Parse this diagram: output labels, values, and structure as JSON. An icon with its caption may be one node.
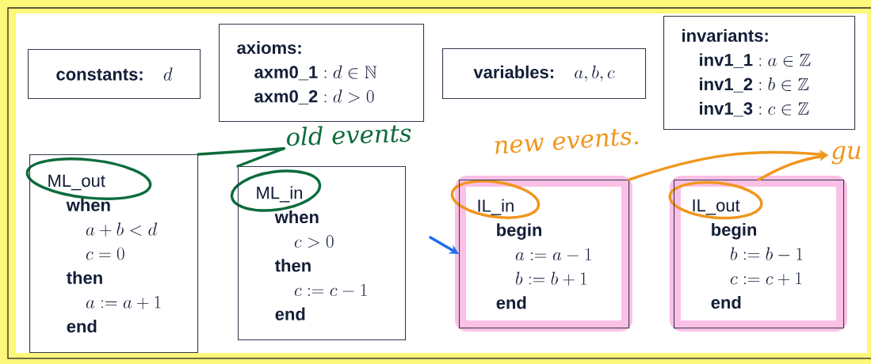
{
  "diagram": {
    "nodes": [
      {
        "text": [
          "constants:",
          "d"
        ]
      },
      {
        "text": [
          "axioms:",
          "\\textbf{axm0\\_1} : d \\in \\mathbb{N}",
          "\\textbf{axm0\\_2} : d > 0"
        ]
      },
      {
        "text": [
          "variables:",
          "a, b, c"
        ]
      },
      {
        "text": [
          "invariants:",
          "\\textbf{inv1\\_1} : a \\in \\mathbb{Z}",
          "\\textbf{inv1\\_2} : b \\in \\mathbb{Z}",
          "\\textbf{inv1\\_3} : c \\in \\mathbb{Z}"
        ]
      },
      {
        "text": [
          "ML_out",
          "when",
          "a + b < d",
          "c = 0",
          "then",
          "a := a + 1",
          "end"
        ]
      },
      {
        "text": [
          "ML_in",
          "when",
          "c > 0",
          "then",
          "c := c - 1",
          "end"
        ]
      },
      {
        "text": [
          "IL_in",
          "begin",
          "a := a - 1",
          "b := b + 1",
          "end"
        ]
      },
      {
        "text": [
          "IL_out",
          "begin",
          "b := b - 1",
          "c := c + 1",
          "end"
        ]
      },
      {
        "text": [
          "old events"
        ]
      },
      {
        "text": [
          "gu"
        ]
      }
    ],
    "edges": [
      {
        "from": 8,
        "to": 4,
        "arrow": "none",
        "color": "#0d6b3c"
      },
      {
        "from": 8,
        "to": 5,
        "arrow": "none",
        "color": "#0d6b3c"
      },
      {
        "from": 6,
        "to": 9,
        "arrow": "to",
        "color": "#f0961e"
      },
      {
        "from": 7,
        "to": 9,
        "arrow": "to",
        "color": "#f0961e"
      },
      {
        "from": null,
        "to": 6,
        "arrow": "to",
        "color": "#1e6ef0"
      }
    ],
    "labels": [
      "new events."
    ]
  }
}
